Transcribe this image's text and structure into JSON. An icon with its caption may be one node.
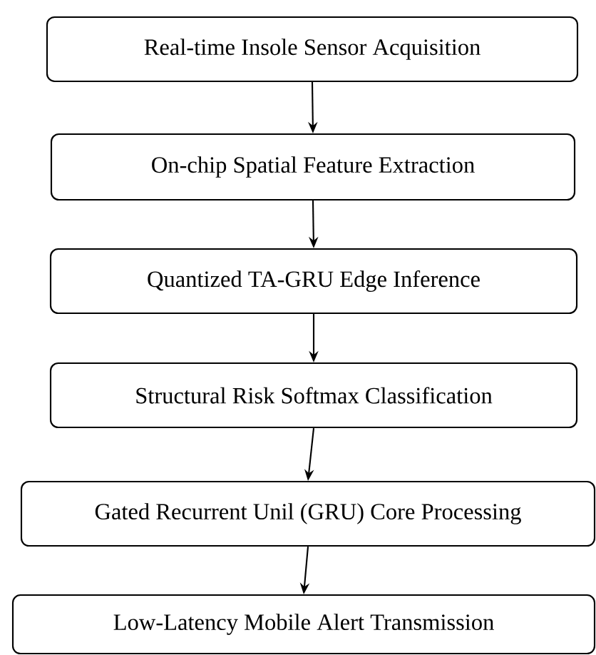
{
  "diagram": {
    "nodes": [
      {
        "text": [
          "Real-time Insole Sensor Acquisition"
        ]
      },
      {
        "text": [
          "On-chip Spatial Feature Extraction"
        ]
      },
      {
        "text": [
          "Quantized TA-GRU Edge Inference"
        ]
      },
      {
        "text": [
          "Structural Risk Softmax Classification"
        ]
      },
      {
        "text": [
          "Gated Recurrent Unil (GRU) Core Processing"
        ]
      },
      {
        "text": [
          "Low-Latency Mobile Alert Transmission"
        ]
      }
    ],
    "edges": [
      {
        "from": 0,
        "to": 1,
        "arrow": "to"
      },
      {
        "from": 1,
        "to": 2,
        "arrow": "to"
      },
      {
        "from": 2,
        "to": 3,
        "arrow": "to"
      },
      {
        "from": 3,
        "to": 4,
        "arrow": "to"
      },
      {
        "from": 4,
        "to": 5,
        "arrow": "to"
      }
    ]
  }
}
